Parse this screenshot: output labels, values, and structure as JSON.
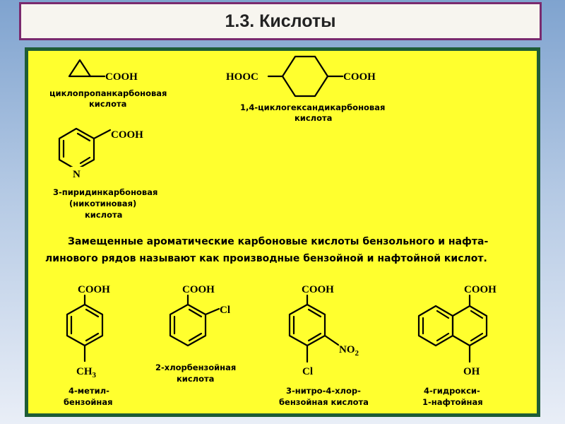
{
  "title": "1.3. Кислоты",
  "formulas": {
    "cooh": "COOH",
    "hooc": "HOOC",
    "n": "N",
    "cl": "Cl",
    "ch3": "CH",
    "ch3_sub": "3",
    "no2": "NO",
    "no2_sub": "2",
    "oh": "OH"
  },
  "captions": {
    "cyclopropane": [
      "циклопропанкарбоновая",
      "кислота"
    ],
    "cyclohexane": [
      "1,4-циклогександикарбоновая",
      "кислота"
    ],
    "pyridine": [
      "3-пиридинкарбоновая",
      "(никотиновая)",
      "кислота"
    ],
    "methylbenzoic": [
      "4-метил-",
      "бензойная"
    ],
    "chlorobenzoic": [
      "2-хлорбензойная",
      "кислота"
    ],
    "nitrochlorobenzoic": [
      "3-нитро-4-хлор-",
      "бензойная кислота"
    ],
    "hydroxynaphthoic": [
      "4-гидрокси-",
      "1-нафтойная"
    ]
  },
  "paragraph": [
    "Замещенные ароматические карбоновые кислоты бензольного и нафта-",
    "линового рядов называют как производные бензойной и нафтойной кислот."
  ]
}
